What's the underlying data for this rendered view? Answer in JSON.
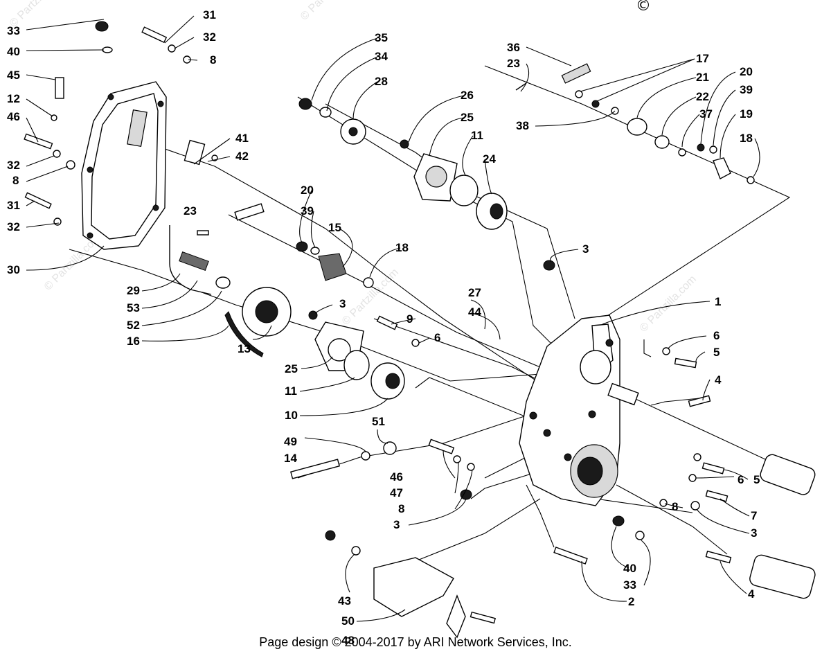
{
  "footer": "Page design © 2004-2017 by ARI Network Services, Inc.",
  "copyright_mark": "©",
  "watermark": "© Partzilla.com",
  "callouts": [
    "31",
    "33",
    "32",
    "40",
    "8",
    "45",
    "12",
    "46",
    "32",
    "8",
    "41",
    "42",
    "31",
    "32",
    "30",
    "23",
    "29",
    "53",
    "52",
    "16",
    "13",
    "25",
    "11",
    "10",
    "35",
    "34",
    "28",
    "26",
    "25",
    "11",
    "24",
    "36",
    "23",
    "17",
    "21",
    "22",
    "37",
    "38",
    "20",
    "39",
    "19",
    "18",
    "20",
    "39",
    "15",
    "18",
    "3",
    "9",
    "6",
    "27",
    "44",
    "3",
    "1",
    "6",
    "5",
    "4",
    "51",
    "49",
    "14",
    "46",
    "47",
    "8",
    "3",
    "6",
    "5",
    "8",
    "7",
    "3",
    "40",
    "33",
    "2",
    "4",
    "43",
    "50",
    "48"
  ]
}
